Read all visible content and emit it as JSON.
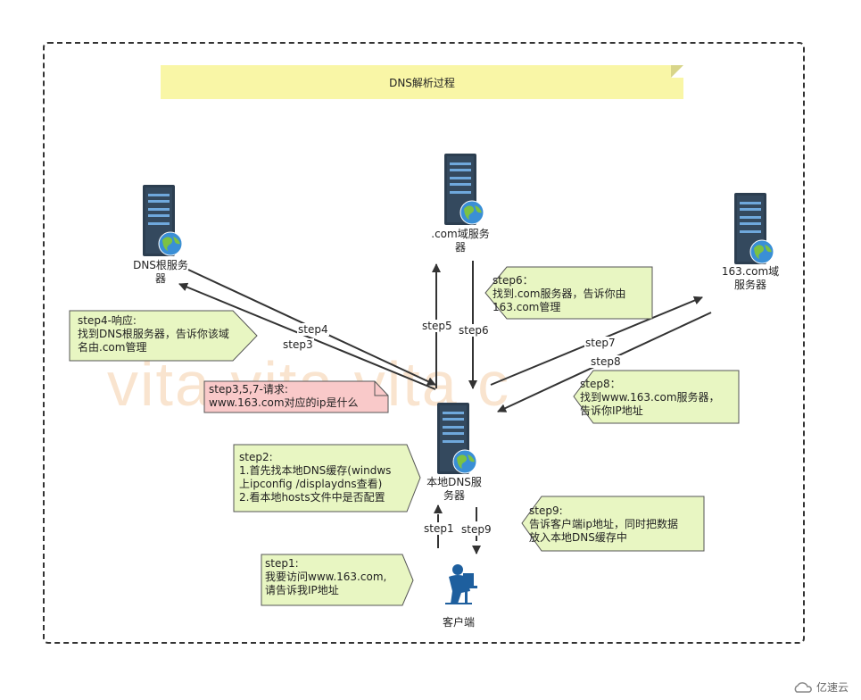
{
  "title": "DNS解析过程",
  "nodes": {
    "root": "DNS根服务\n器",
    "com": ".com域服务\n器",
    "domain163": "163.com域\n服务器",
    "local": "本地DNS服\n务器",
    "client": "客户端"
  },
  "steps": {
    "s1": "step1",
    "s3": "step3",
    "s4": "step4",
    "s5": "step5",
    "s6": "step6",
    "s7": "step7",
    "s8": "step8",
    "s9": "step9"
  },
  "callouts": {
    "step1": "step1:\n我要访问www.163.com,\n请告诉我IP地址",
    "step2": "step2:\n1.首先找本地DNS缓存(windws\n上ipconfig /displaydns查看)\n2.看本地hosts文件中是否配置",
    "step357": "step3,5,7-请求:\nwww.163.com对应的ip是什么",
    "step4": "step4-响应:\n找到DNS根服务器，告诉你该域\n名由.com管理",
    "step6": "step6：\n找到.com服务器，告诉你由\n163.com管理",
    "step8": "step8：\n找到www.163.com服务器，\n告诉你IP地址",
    "step9": "step9:\n告诉客户端ip地址，同时把数据\n放入本地DNS缓存中"
  },
  "watermark": "vita   vita   vita c",
  "logo": "亿速云",
  "colors": {
    "note_green": "#e8f6c2",
    "note_pink": "#f9c9c9",
    "note_yellow": "#f9f6a6",
    "server": "#2c3e50",
    "globe": "#3a8fd6"
  }
}
